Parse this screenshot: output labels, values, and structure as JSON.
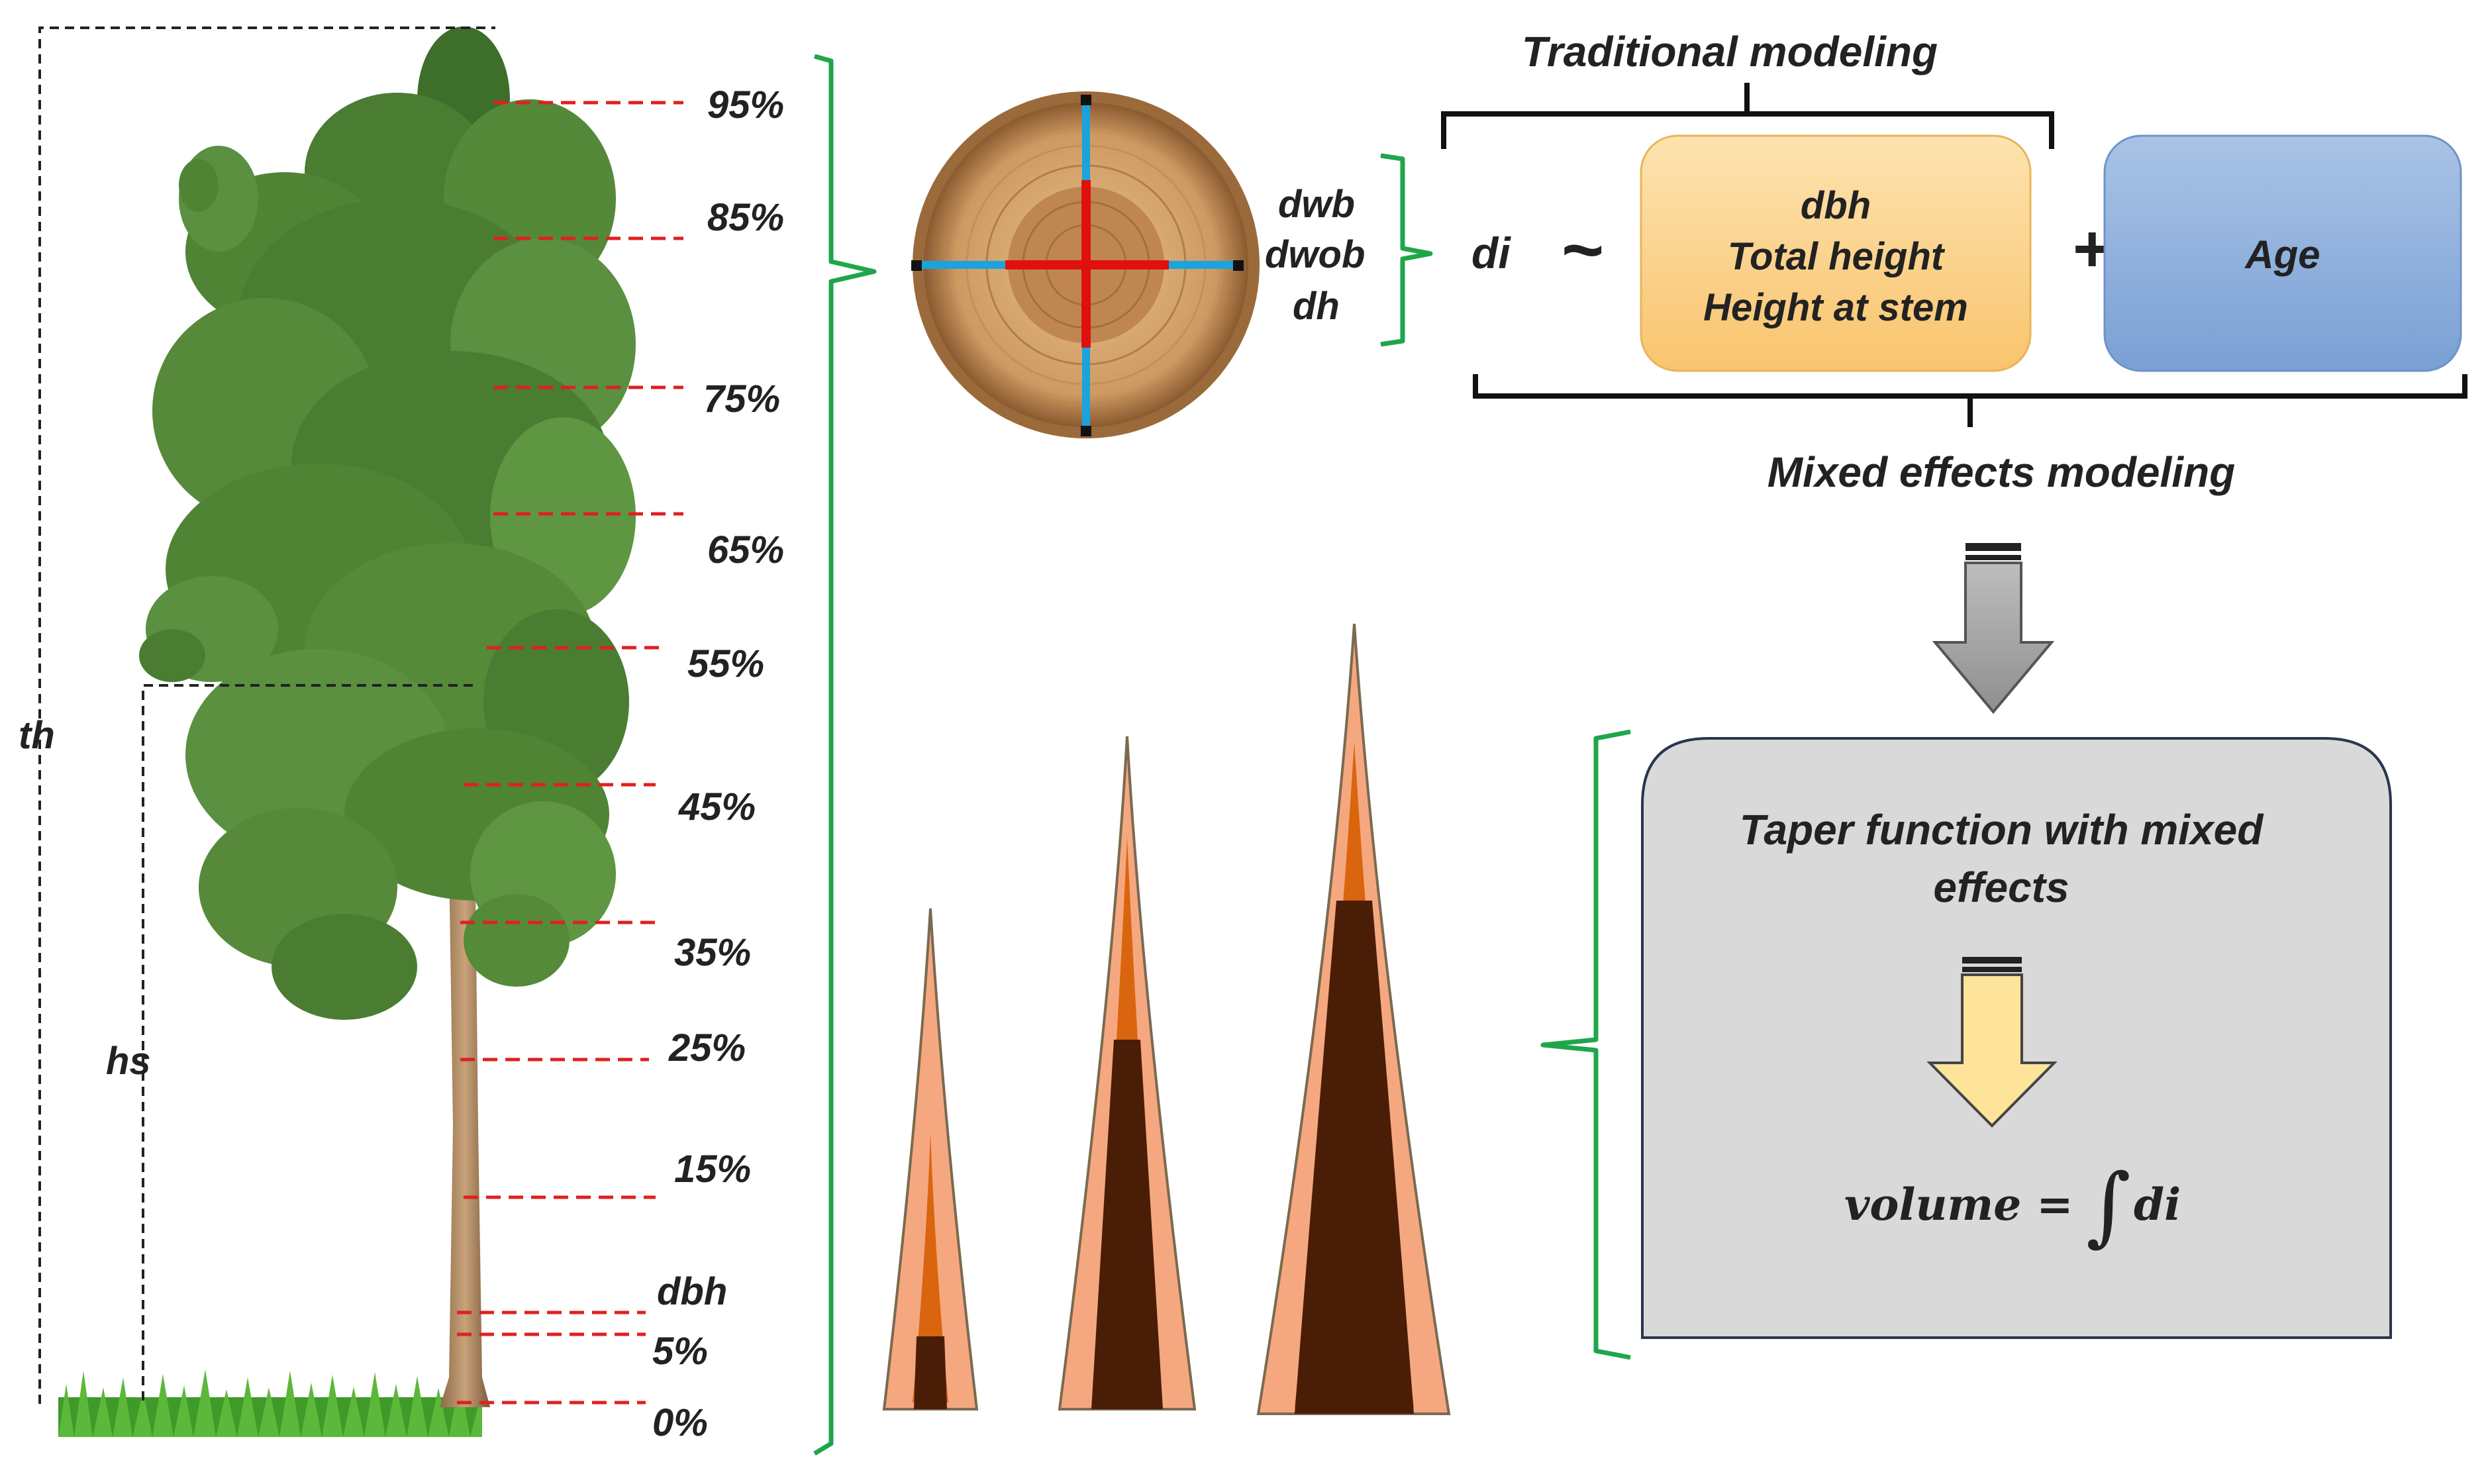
{
  "colors": {
    "tree_guide": "#e02020",
    "brace": "#1fa64a",
    "disc_cross_outer": "#1aa3dc",
    "disc_cross_inner": "#e01010",
    "yellow_box": "#fbd08a",
    "blue_box": "#8eb3df",
    "gray_box": "#d9d9d9",
    "taper_bark": "#f5a880",
    "taper_sap": "#d9650e",
    "taper_heart": "#4a1d07"
  },
  "labels": {
    "th": "th",
    "hs": "hs",
    "dwb": "dwb",
    "dwob": "dwob",
    "dh": "dh",
    "di": "di",
    "tilde": "~",
    "plus": "+",
    "traditional": "Traditional modeling",
    "mixed": "Mixed effects modeling",
    "age": "Age",
    "taper_line1": "Taper function with mixed",
    "taper_line2": "effects",
    "volume_lhs": "volume =",
    "integral": "∫",
    "volume_rhs": "di"
  },
  "predictors": [
    "dbh",
    "Total height",
    "Height at stem"
  ],
  "height_marks": [
    "95%",
    "85%",
    "75%",
    "65%",
    "55%",
    "45%",
    "35%",
    "25%",
    "15%",
    "dbh",
    "5%",
    "0%"
  ],
  "icons": {
    "tree": "tree-photo-icon",
    "disc": "wood-disc-icon",
    "gray_arrow": "down-arrow-icon",
    "yellow_arrow": "down-arrow-icon"
  }
}
